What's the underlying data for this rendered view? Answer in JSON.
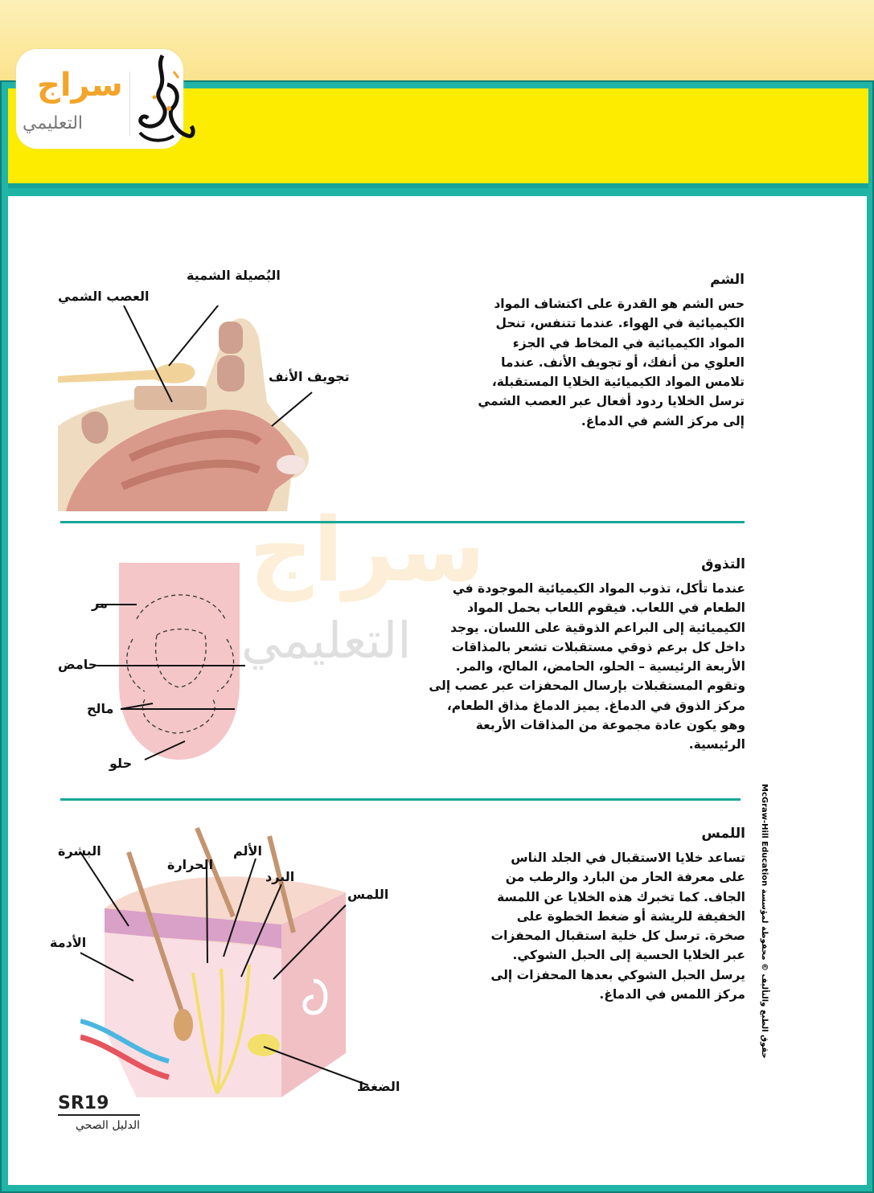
{
  "logo": {
    "name_main": "سراج",
    "name_sub": "التعليمي"
  },
  "watermark": {
    "main": "سراج",
    "sub": "التعليمي"
  },
  "sections": {
    "smell": {
      "title": "الشم",
      "body": "حس الشم هو القدرة على اكتشاف المواد الكيميائية في الهواء. عندما تتنفس، تنحل المواد الكيميائية في المخاط في الجزء العلوي من أنفك، أو تجويف الأنف. عندما تلامس المواد الكيميائية الخلايا المستقبلة، ترسل الخلايا ردود أفعال عبر العصب الشمي إلى مركز الشم في الدماغ.",
      "labels": {
        "bulb": "البُصيلة الشمية",
        "nerve": "العصب الشمي",
        "cavity": "تجويف الأنف"
      }
    },
    "taste": {
      "title": "التذوق",
      "body": "عندما تأكل، تذوب المواد الكيميائية الموجودة في الطعام في اللعاب. فيقوم اللعاب بحمل المواد الكيميائية إلى البراعم الذوقية على اللسان. يوجد داخل كل برعم ذوقي مستقبلات تشعر بالمذاقات الأربعة الرئيسية – الحلو، الحامض، المالح، والمر. وتقوم المستقبلات بإرسال المحفزات عبر عصب إلى مركز الذوق في الدماغ. يميز الدماغ مذاق الطعام، وهو يكون عادة مجموعة من المذاقات الأربعة الرئيسية.",
      "labels": {
        "bitter": "مر",
        "sour": "حامض",
        "salty": "مالح",
        "sweet": "حلو"
      }
    },
    "touch": {
      "title": "اللمس",
      "body": "تساعد خلايا الاستقبال في الجلد الناس على معرفة الحار من البارد والرطب من الجاف. كما تخبرك هذه الخلايا عن اللمسة الخفيفة للريشة أو ضغط الخطوة على صخرة. ترسل كل خلية استقبال المحفزات عبر الخلايا الحسية إلى الحبل الشوكي. يرسل الحبل الشوكي بعدها المحفزات إلى مركز اللمس في الدماغ.",
      "labels": {
        "epidermis": "البشرة",
        "heat": "الحرارة",
        "pain": "الألم",
        "cold": "البرد",
        "touch": "اللمس",
        "dermis": "الأدمة",
        "pressure": "الضغط"
      }
    }
  },
  "copyright": "حقوق الطبع والتأليف © محفوظة لمؤسسة McGraw-Hill Education",
  "footer": {
    "page_number": "SR19",
    "section_name": "الدليل الصحي"
  },
  "colors": {
    "header_yellow": "#fdec00",
    "teal": "#1fb4a6",
    "logo_orange": "#f3a52a"
  }
}
